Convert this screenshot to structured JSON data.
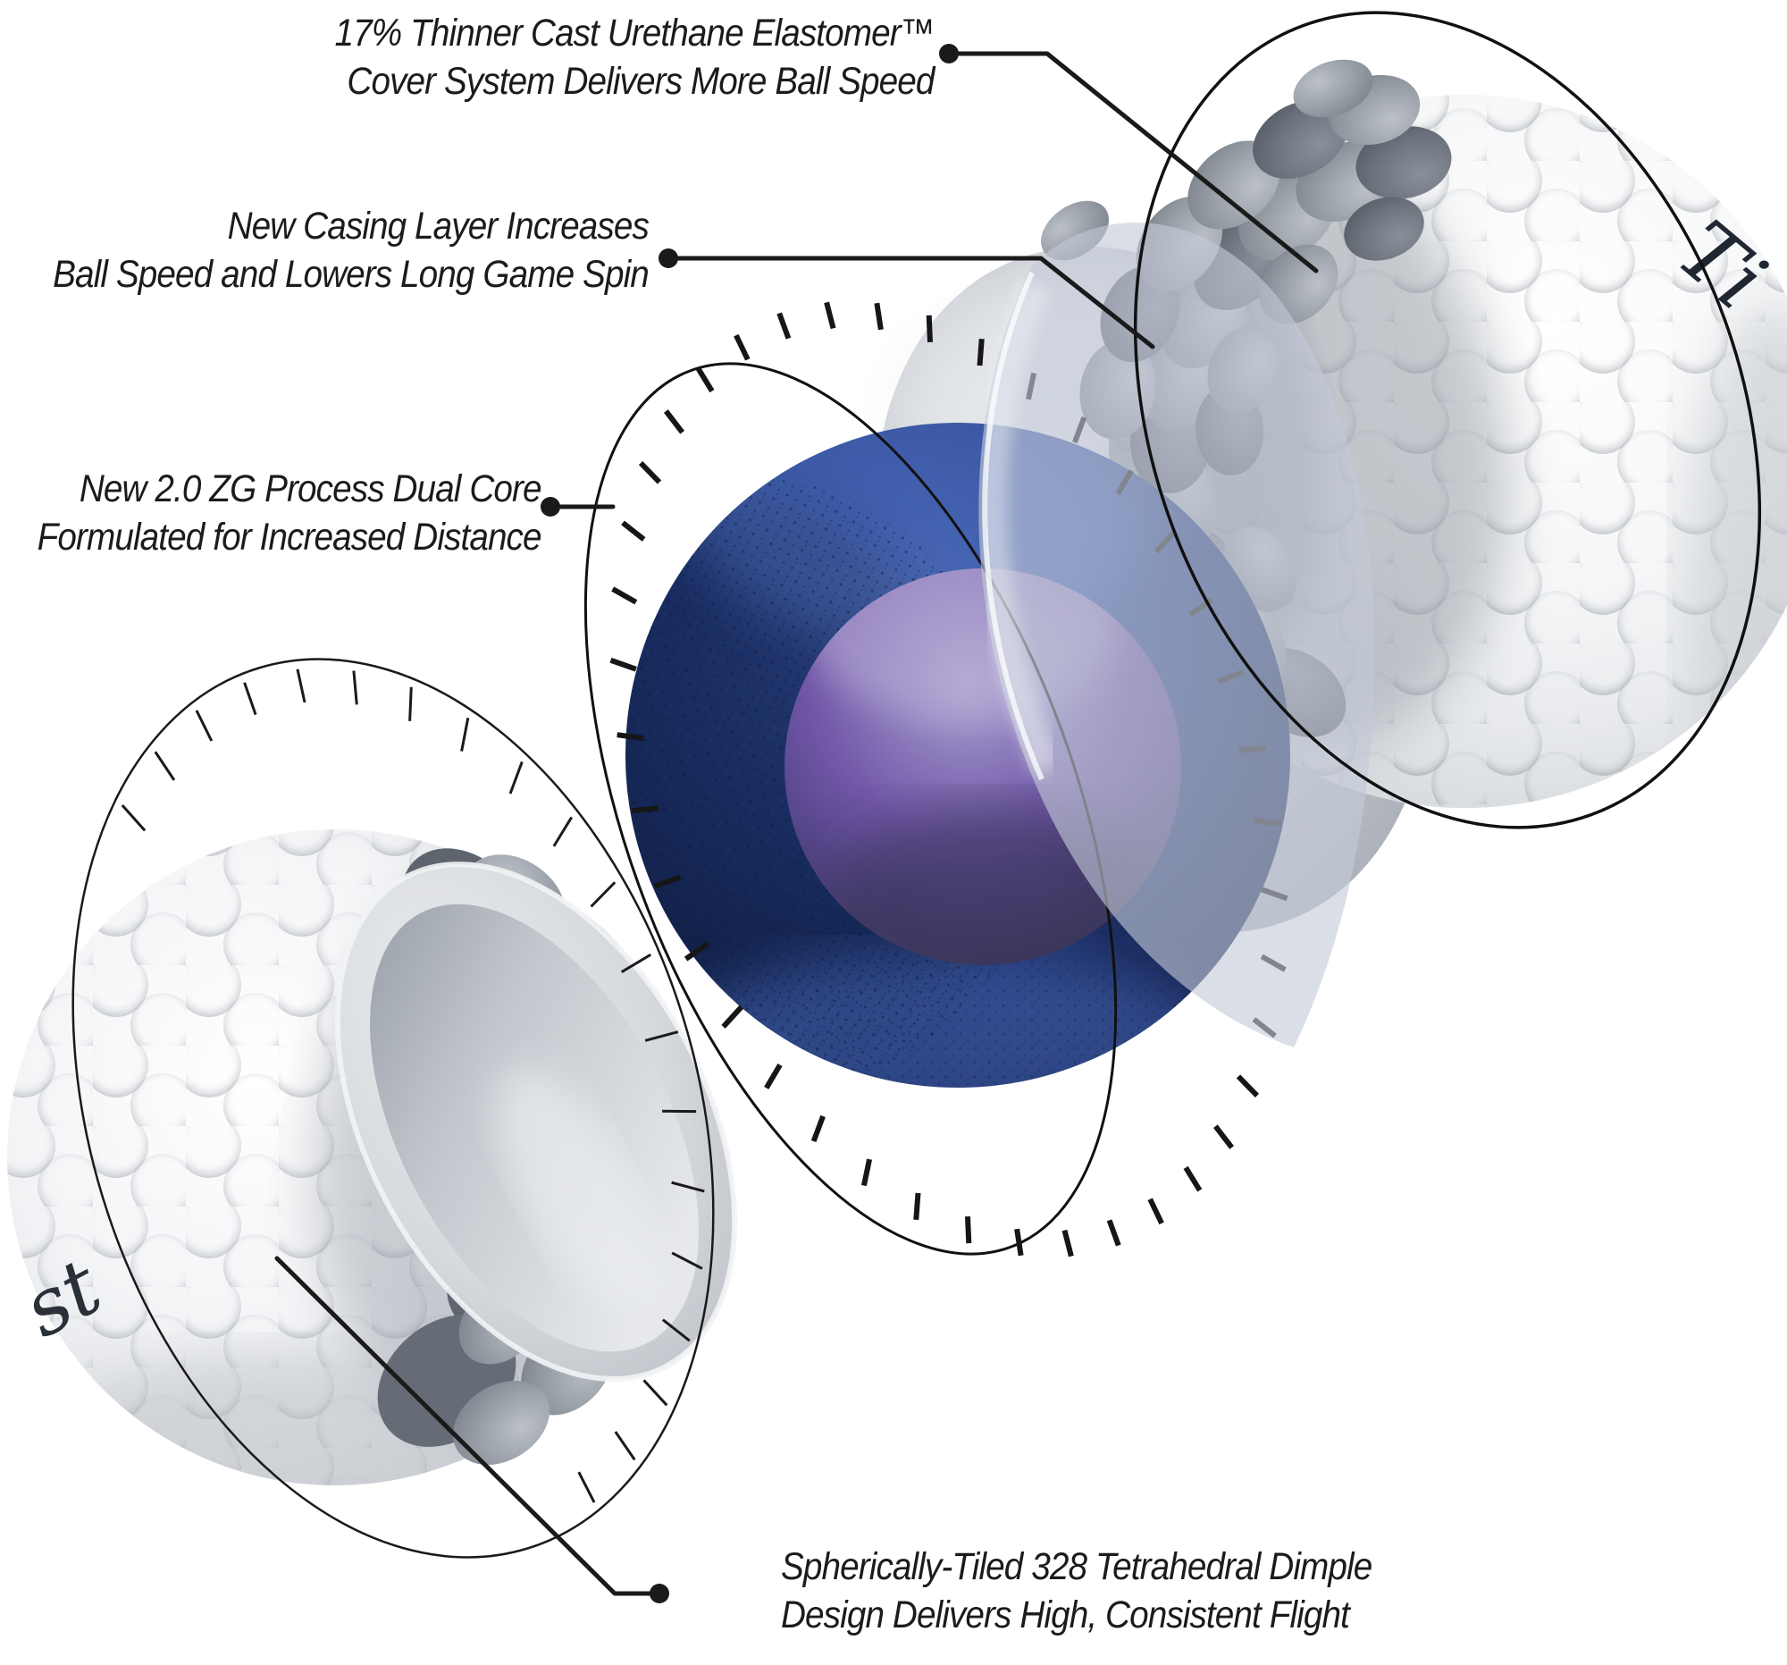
{
  "diagram": {
    "subject": "golf-ball-exploded-view",
    "callouts": [
      {
        "id": "cover",
        "lines": [
          "17% Thinner Cast Urethane Elastomer™",
          "Cover System Delivers More Ball Speed"
        ]
      },
      {
        "id": "casing",
        "lines": [
          "New Casing Layer Increases",
          "Ball Speed and Lowers Long Game Spin"
        ]
      },
      {
        "id": "core",
        "lines": [
          "New 2.0 ZG Process Dual Core",
          "Formulated for Increased Distance"
        ]
      },
      {
        "id": "dimples",
        "lines": [
          "Spherically-Tiled 328 Tetrahedral Dimple",
          "Design Delivers High, Consistent Flight"
        ]
      }
    ],
    "brand_script": {
      "top_ball": "Ti",
      "bottom_ball": "st"
    },
    "colors": {
      "background": "#ffffff",
      "text": "#1b1b1b",
      "leader_line": "#1a1a1a",
      "outer_core_blue": "#27418c",
      "outer_core_dark": "#101c3f",
      "inner_core_purple": "#6d56a4",
      "casing_gray": "#c0c5cc",
      "cover_white": "#f4f5f7",
      "dimple_bump_gray": "#8d939b"
    }
  }
}
